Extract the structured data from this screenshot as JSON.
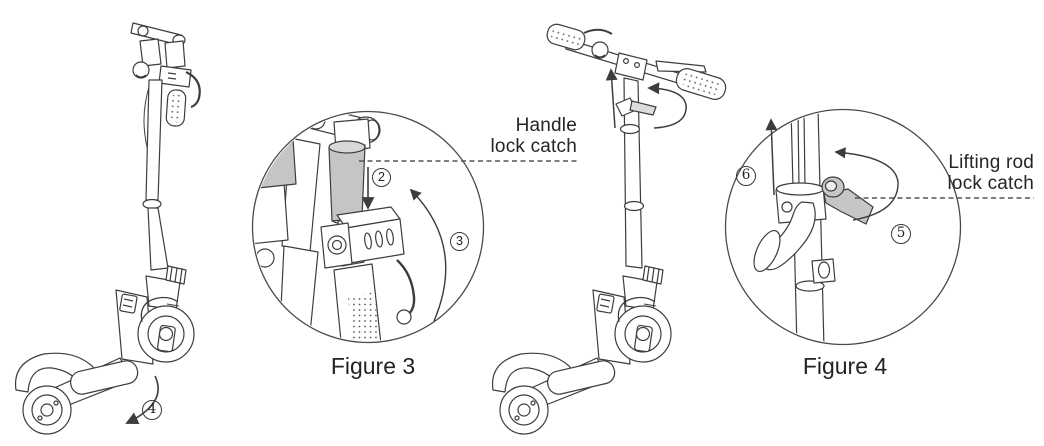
{
  "colors": {
    "line": "#3d3d3d",
    "gray_fill": "#c5c5c5",
    "text": "#252525",
    "background": "#ffffff"
  },
  "labels": {
    "handle_lock_catch": {
      "line1": "Handle",
      "line2": "lock catch"
    },
    "lifting_rod_lock_catch": {
      "line1": "Lifting rod",
      "line2": "lock catch"
    }
  },
  "captions": {
    "figure3": "Figure 3",
    "figure4": "Figure 4"
  },
  "steps": {
    "s2": "2",
    "s3": "3",
    "s4": "4",
    "s5": "5",
    "s6": "6"
  }
}
